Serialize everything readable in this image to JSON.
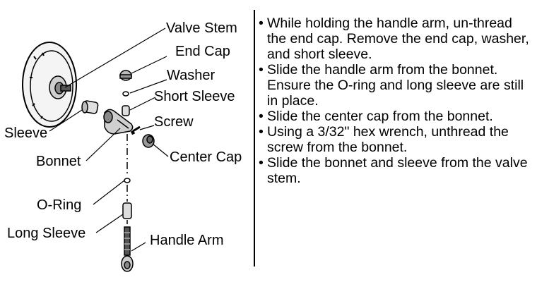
{
  "figure": {
    "labels": {
      "valve_stem": "Valve Stem",
      "end_cap": "End Cap",
      "washer": "Washer",
      "short_sleeve": "Short Sleeve",
      "screw": "Screw",
      "sleeve": "Sleeve",
      "bonnet": "Bonnet",
      "center_cap": "Center Cap",
      "o_ring": "O-Ring",
      "long_sleeve": "Long Sleeve",
      "handle_arm": "Handle Arm"
    }
  },
  "instructions": [
    "While holding the handle arm, un-thread the end cap. Remove the end cap, washer, and short sleeve.",
    "Slide the handle arm from the bonnet. Ensure the O-ring and long sleeve are still in place.",
    "Slide the center cap from the bonnet.",
    "Using a 3/32\" hex wrench, unthread the screw from the bonnet.",
    "Slide the bonnet and sleeve from the valve stem."
  ]
}
